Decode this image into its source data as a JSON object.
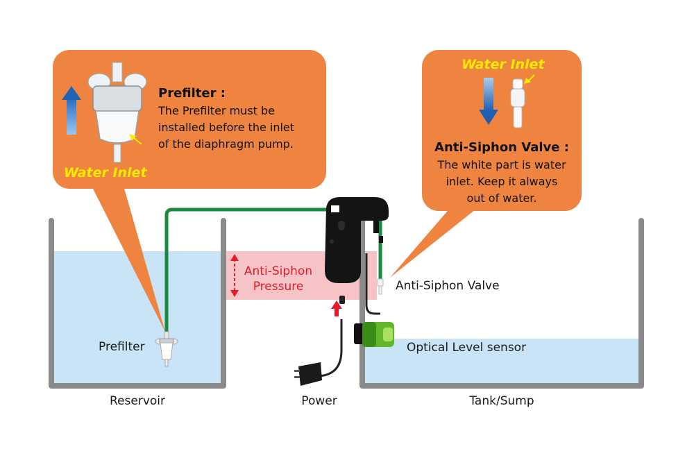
{
  "colors": {
    "callout": "#ee8440",
    "water": "#c9e4f6",
    "tank_wall": "#8a8a8b",
    "tube": "#188a3f",
    "pressure_zone": "#f6c4c6",
    "accent_red": "#e41b2c",
    "inlet_text": "#ffec00",
    "arrow_blue": "#1f63b4"
  },
  "prefilter_callout": {
    "title": "Prefilter :",
    "text_lines": [
      "The Prefilter must be",
      "installed before the inlet",
      "of the diaphragm pump."
    ],
    "inlet_label": "Water Inlet",
    "arrow_icon": "arrow-up-icon"
  },
  "valve_callout": {
    "inlet_label": "Water Inlet",
    "title": "Anti-Siphon Valve :",
    "text_lines": [
      "The white part is water",
      "inlet. Keep it always",
      "out of water."
    ],
    "arrow_icon": "arrow-down-icon"
  },
  "labels": {
    "prefilter": "Prefilter",
    "reservoir": "Reservoir",
    "power": "Power",
    "tank": "Tank/Sump",
    "anti_siphon_valve": "Anti-Siphon Valve",
    "optical_sensor": "Optical Level sensor",
    "pressure_line1": "Anti-Siphon",
    "pressure_line2": "Pressure"
  }
}
